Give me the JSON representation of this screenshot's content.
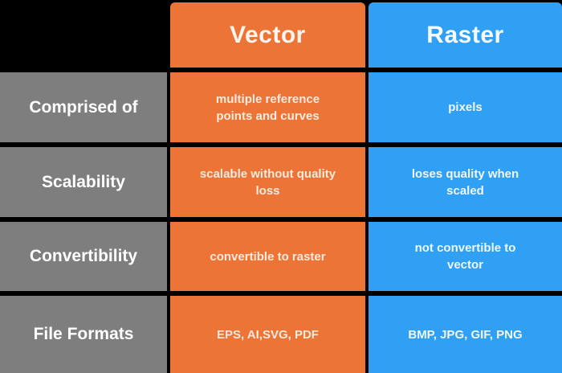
{
  "title": "Vector vs Raster comparison table",
  "colors": {
    "background": "#000000",
    "label_column": "#7E7E7E",
    "vector_column": "#ED7437",
    "raster_column": "#2FA0F4",
    "label_text": "#FFFFFF",
    "vector_cell_text": "#F9EADC",
    "raster_cell_text": "#F0F7FD"
  },
  "header": {
    "vector_label": "Vector",
    "raster_label": "Raster"
  },
  "rows": [
    {
      "label": "Comprised of",
      "vector": "multiple reference points and curves",
      "raster": "pixels"
    },
    {
      "label": "Scalability",
      "vector": "scalable without quality loss",
      "raster": "loses quality when scaled"
    },
    {
      "label": "Convertibility",
      "vector": "convertible to raster",
      "raster": "not convertible to vector"
    },
    {
      "label": "File Formats",
      "vector": "EPS, AI,SVG, PDF",
      "raster": "BMP, JPG, GIF, PNG"
    }
  ],
  "chart_data": {
    "type": "table",
    "title": "Vector vs Raster",
    "columns": [
      "",
      "Vector",
      "Raster"
    ],
    "rows": [
      [
        "Comprised of",
        "multiple reference points and curves",
        "pixels"
      ],
      [
        "Scalability",
        "scalable without quality loss",
        "loses quality when scaled"
      ],
      [
        "Convertibility",
        "convertible to raster",
        "not convertible to vector"
      ],
      [
        "File Formats",
        "EPS, AI,SVG, PDF",
        "BMP, JPG, GIF, PNG"
      ]
    ],
    "layout_hints": {
      "header_colors": {
        "Vector": "#ED7437",
        "Raster": "#2FA0F4"
      },
      "label_column_color": "#7E7E7E",
      "grid_gutter_color": "#000000"
    }
  }
}
